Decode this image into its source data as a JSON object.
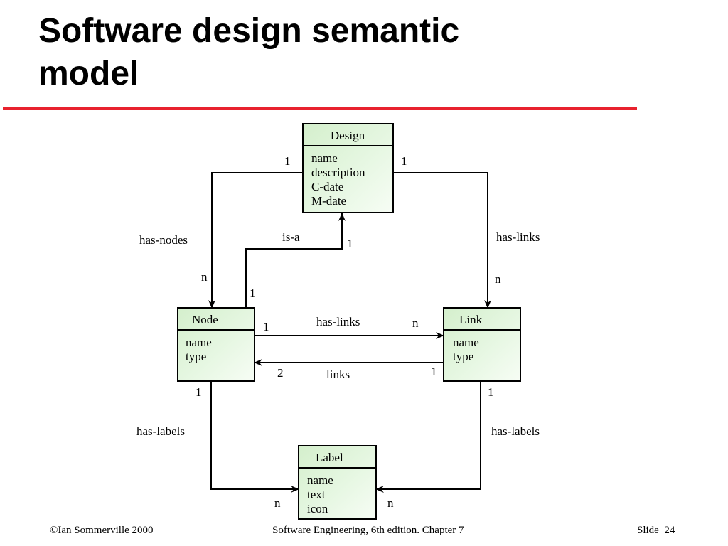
{
  "slide": {
    "title_line1": "Software design semantic",
    "title_line2": "model",
    "accent_color": "#e8222e"
  },
  "diagram": {
    "box_fill": "#d4efcc",
    "entities": {
      "design": {
        "name": "Design",
        "attributes": [
          "name",
          "description",
          "C-date",
          "M-date"
        ]
      },
      "node": {
        "name": "Node",
        "attributes": [
          "name",
          "type"
        ]
      },
      "link": {
        "name": "Link",
        "attributes": [
          "name",
          "type"
        ]
      },
      "label": {
        "name": "Label",
        "attributes": [
          "name",
          "text",
          "icon"
        ]
      }
    },
    "relations": {
      "design_has_nodes": {
        "label": "has-nodes",
        "from_card": "1",
        "to_card": "n"
      },
      "design_has_links": {
        "label": "has-links",
        "from_card": "1",
        "to_card": "n"
      },
      "node_is_a_design": {
        "label": "is-a",
        "from_card": "1",
        "to_card": "1"
      },
      "node_has_links": {
        "label": "has-links",
        "from_card": "1",
        "to_card": "n"
      },
      "link_links_node": {
        "label": "links",
        "from_card": "1",
        "to_card": "2"
      },
      "node_has_labels": {
        "label": "has-labels",
        "from_card": "1",
        "to_card": "n"
      },
      "link_has_labels": {
        "label": "has-labels",
        "from_card": "1",
        "to_card": "n"
      }
    }
  },
  "footer": {
    "copyright": "©Ian Sommerville 2000",
    "book": "Software Engineering, 6th edition. Chapter 7",
    "slide_label": "Slide",
    "slide_number": "24"
  }
}
